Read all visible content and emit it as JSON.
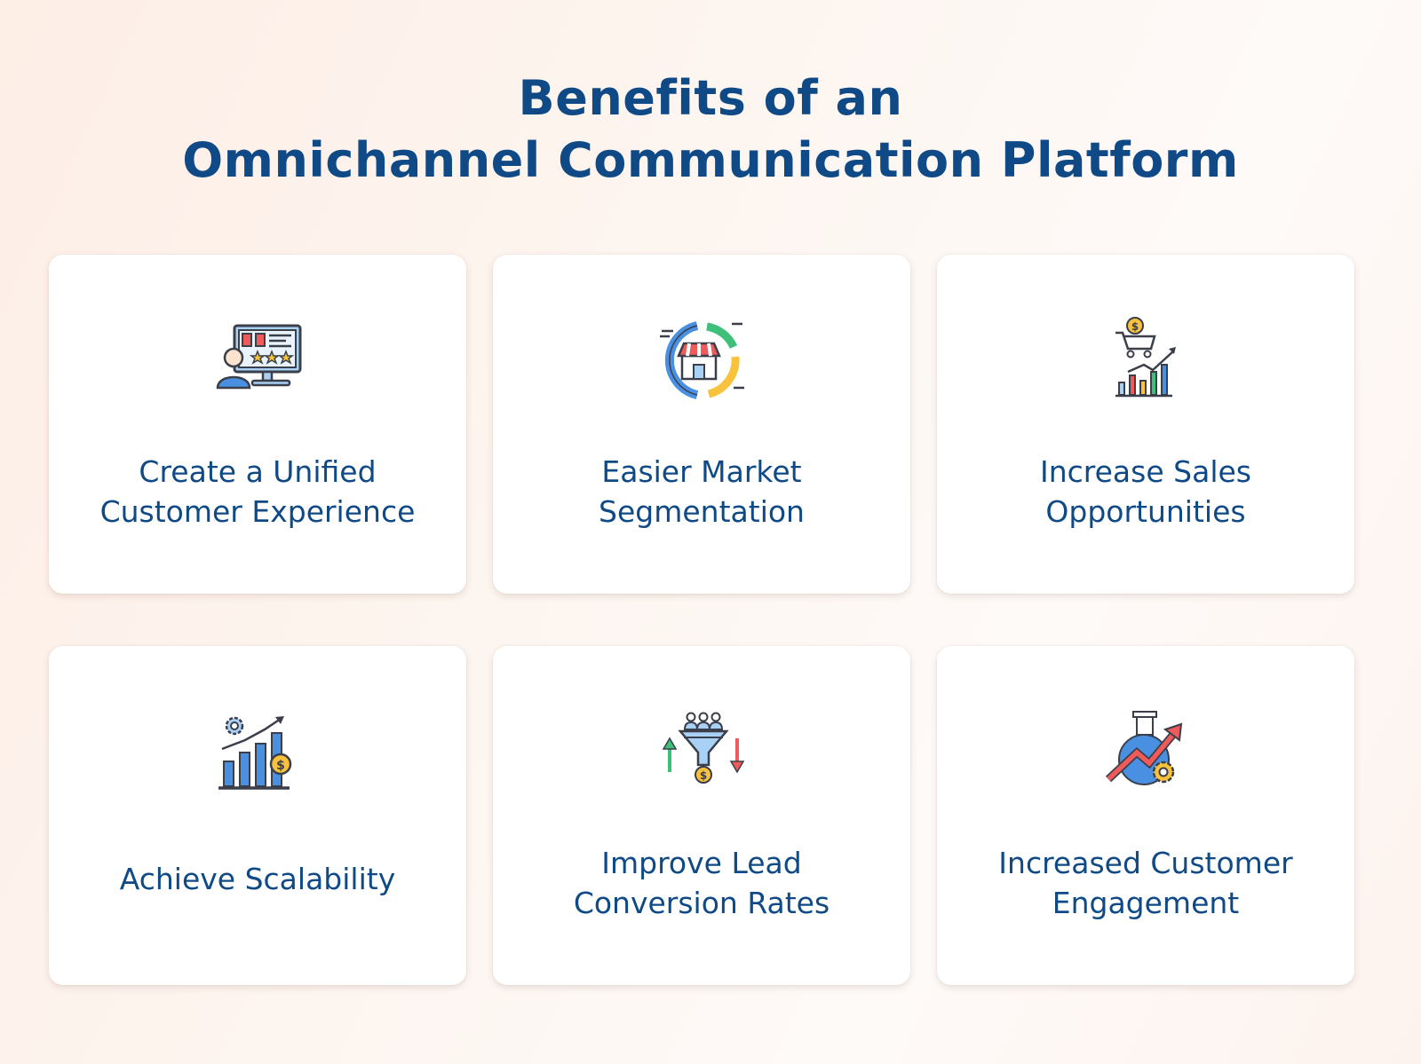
{
  "title": {
    "line1": "Benefits of an",
    "line2": "Omnichannel Communication Platform"
  },
  "cards": [
    {
      "icon": "customer-review-monitor-icon",
      "lines": [
        "Create a Unified",
        "Customer Experience"
      ]
    },
    {
      "icon": "store-segmentation-icon",
      "lines": [
        "Easier Market",
        "Segmentation"
      ]
    },
    {
      "icon": "shopping-cart-growth-chart-icon",
      "lines": [
        "Increase Sales",
        "Opportunities"
      ]
    },
    {
      "icon": "scalability-chart-icon",
      "lines": [
        "Achieve Scalability"
      ]
    },
    {
      "icon": "conversion-funnel-icon",
      "lines": [
        "Improve Lead",
        "Conversion Rates"
      ]
    },
    {
      "icon": "engagement-growth-icon",
      "lines": [
        "Increased Customer",
        "Engagement"
      ]
    }
  ],
  "colors": {
    "text": "#0f4a86",
    "card": "#ffffff",
    "icon_outline": "#3a3f4a",
    "icon_blue": "#4a90e2",
    "icon_light_blue": "#a9d0f5",
    "icon_red": "#ef5a5a",
    "icon_yellow": "#f9c23c",
    "icon_green": "#3ec07a"
  }
}
